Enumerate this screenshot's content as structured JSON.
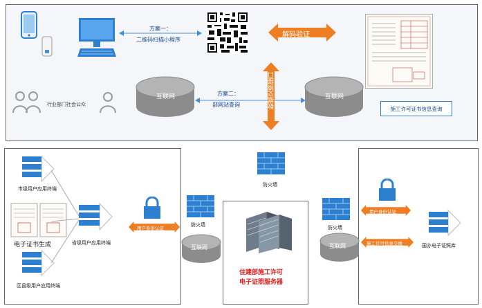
{
  "top": {
    "scheme1_title": "方案一：",
    "scheme1_desc": "二维码扫描小程序",
    "scheme2_title": "方案二：",
    "scheme2_desc": "部网站查询",
    "decode_label": "解码验证",
    "exchange_label": "数据交换接口",
    "internet_left": "互联网",
    "internet_right": "互联网",
    "public_label": "行业部门社会公众",
    "cert_query_label": "施工许可证书信息查询"
  },
  "bottom": {
    "city_terminal": "市级用户应用终端",
    "cert_generate": "电子证书生成",
    "province_terminal": "省级用户应用终端",
    "county_terminal": "区县级用户应用终端",
    "firewall_top": "防火墙",
    "firewall_left": "防火墙",
    "firewall_right": "防火墙",
    "auth_left": "用户身份认证",
    "auth_right": "用户身份认证",
    "internet_left": "互联网",
    "internet_right": "互联网",
    "server_line1": "住建部施工许可",
    "server_line2": "电子证照服务器",
    "cert_exchange": "施工许可信息交换",
    "national_db": "国办电子证照库"
  },
  "colors": {
    "accent_orange": "#ef7d22",
    "brand_blue": "#1a6fc4",
    "server_red": "#e02020"
  }
}
